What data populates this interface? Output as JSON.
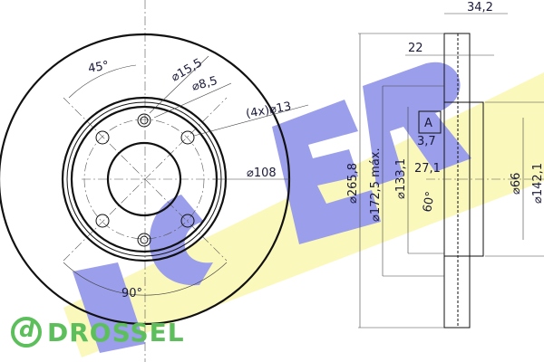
{
  "front_view": {
    "angle_top": "45°",
    "angle_bottom": "90°",
    "d_15_5": "⌀15,5",
    "d_8_5": "⌀8,5",
    "bolt_holes": "(4x)⌀13",
    "pcd": "⌀108"
  },
  "side_view": {
    "thickness": "34,2",
    "disc_thickness": "22",
    "datum": "A",
    "offset_3_7": "3,7",
    "offset_27_1": "27,1",
    "angle": "60°",
    "outer_diameter": "⌀265,8",
    "max_diameter": "⌀172,5 máx.",
    "d_133_1": "⌀133,1",
    "d_66": "⌀66",
    "d_142_1": "⌀142,1"
  },
  "watermark": {
    "logo": "ICER"
  },
  "brand": {
    "mark": "d",
    "name": "DROSSEL"
  },
  "colors": {
    "logo_blue": "#8a8ee8",
    "logo_yellow": "#fbf7b0",
    "brand_green": "#5cbf5c"
  }
}
